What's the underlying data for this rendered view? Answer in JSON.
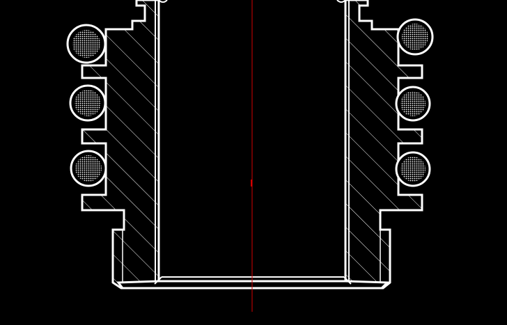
{
  "colors": {
    "background": "#000000",
    "outline": "#ffffff",
    "hatch": "#ffffff",
    "centerline": "#d40000",
    "ring_dots": "#ffffff"
  },
  "view": {
    "type": "cad-cross-section",
    "hatching": "diagonal",
    "seal_ring_count_per_side": 3
  }
}
